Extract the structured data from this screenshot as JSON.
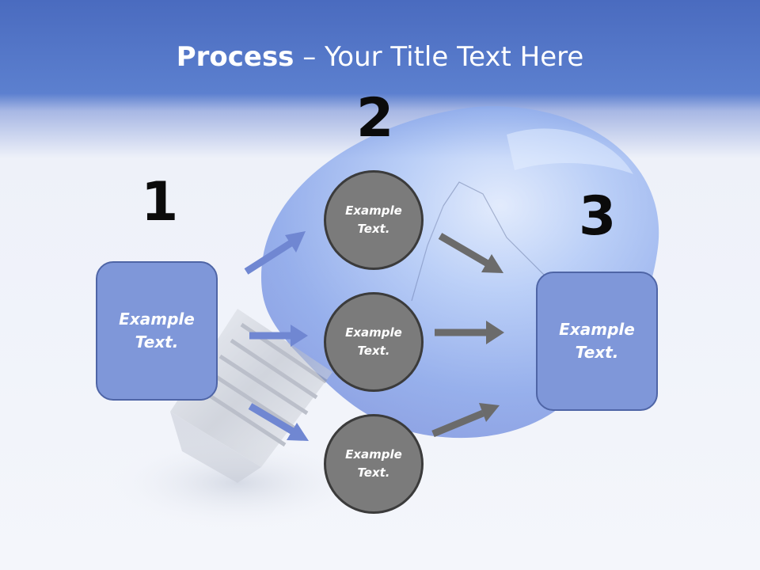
{
  "title": {
    "bold": "Process",
    "rest": " – Your Title Text Here"
  },
  "steps": [
    {
      "number": "1",
      "label": "Example Text."
    },
    {
      "number": "2"
    },
    {
      "number": "3",
      "label": "Example Text."
    }
  ],
  "circles": [
    {
      "label": "Example Text."
    },
    {
      "label": "Example Text."
    },
    {
      "label": "Example Text."
    }
  ],
  "colors": {
    "header_blue": "#4a6bbf",
    "box_fill": "#7f97d9",
    "box_border": "#4f65a6",
    "circle_fill": "#7b7b7b",
    "blue_arrow": "#7087d2",
    "gray_arrow": "#6b6b6b"
  },
  "icons": [
    "light-bulb-image"
  ]
}
